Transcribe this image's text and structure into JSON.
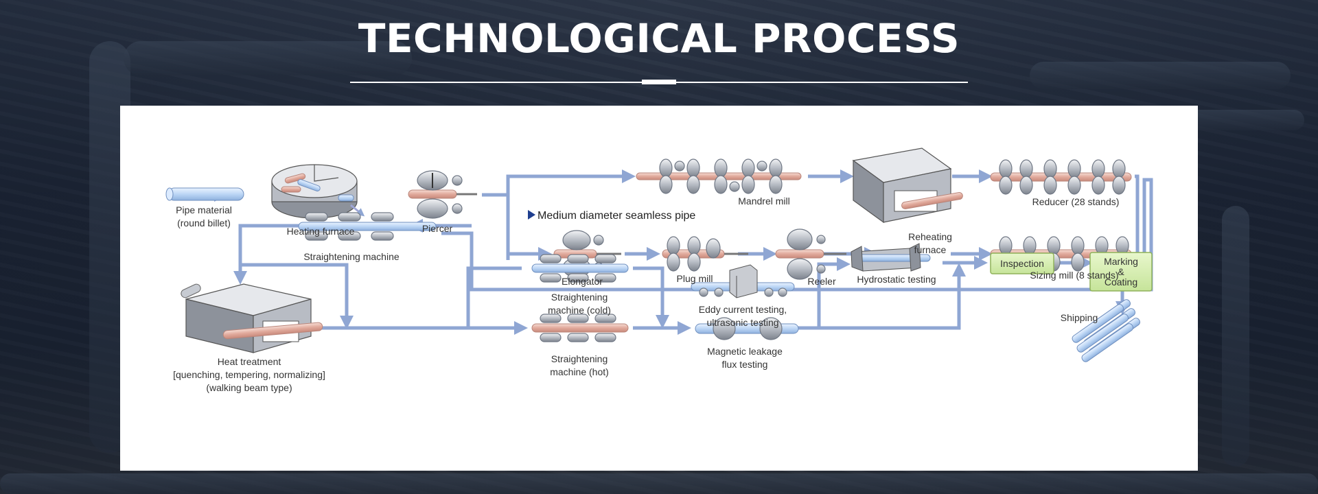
{
  "title": "TECHNOLOGICAL PROCESS",
  "diagram": {
    "sub_heading": "Medium diameter seamless pipe",
    "nodes": {
      "pipe_material": [
        "Pipe material",
        "(round billet)"
      ],
      "heating_furnace": [
        "Heating furnace"
      ],
      "piercer": [
        "Piercer"
      ],
      "mandrel_mill": [
        "Mandrel mill"
      ],
      "reheating_furnace": [
        "Reheating",
        "furnace"
      ],
      "reducer": [
        "Reducer (28 stands)"
      ],
      "sizing_mill": [
        "Sizing mill (8 stands)"
      ],
      "elongator": [
        "Elongator"
      ],
      "plug_mill": [
        "Plug mill"
      ],
      "reeler": [
        "Reeler"
      ],
      "straightening_machine": [
        "Straightening machine"
      ],
      "heat_treatment": [
        "Heat treatment",
        "[quenching, tempering, normalizing]",
        "(walking beam type)"
      ],
      "straightening_cold": [
        "Straightening",
        "machine (cold)"
      ],
      "straightening_hot": [
        "Straightening",
        "machine (hot)"
      ],
      "eddy_current": [
        "Eddy current testing,",
        "ultrasonic testing"
      ],
      "magnetic_leakage": [
        "Magnetic leakage",
        "flux testing"
      ],
      "hydrostatic": [
        "Hydrostatic testing"
      ],
      "inspection": [
        "Inspection"
      ],
      "marking": [
        "Marking",
        "&",
        "Coating"
      ],
      "shipping": [
        "Shipping"
      ]
    }
  },
  "colors": {
    "flow_arrow": "#8fa6d3",
    "inspection_box": "#d6efb0",
    "title_text": "#ffffff"
  }
}
